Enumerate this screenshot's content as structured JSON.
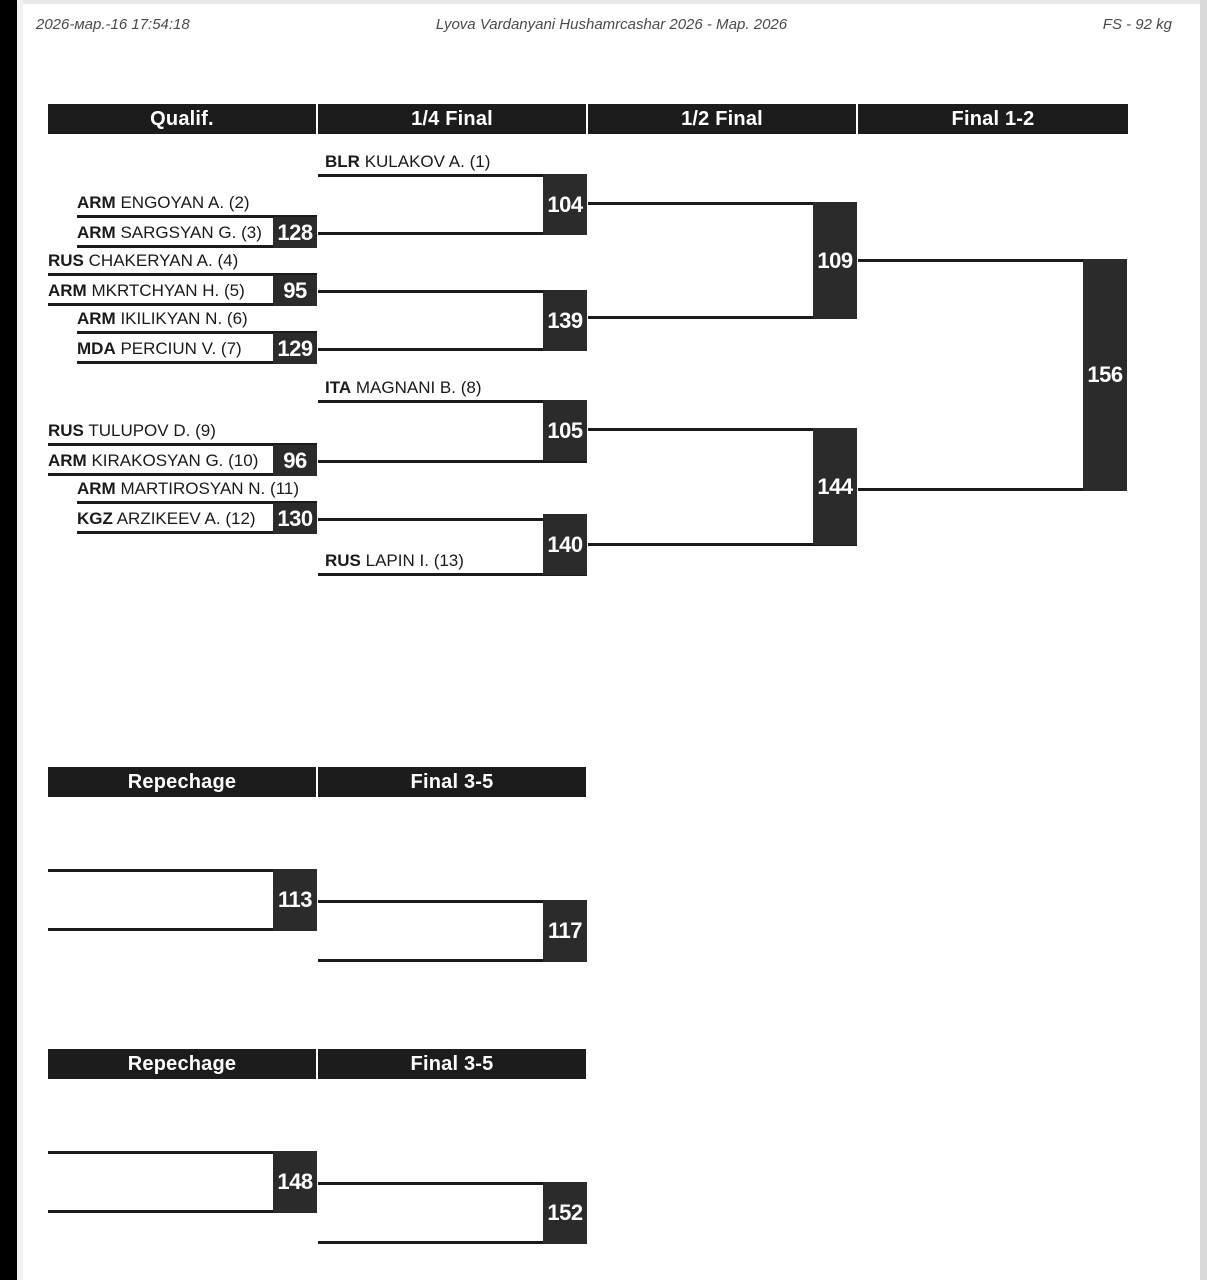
{
  "header": {
    "date": "2026-мар.-16 17:54:18",
    "title": "Lyova Vardanyani Hushamrcashar 2026 - Мар. 2026",
    "weight_class": "FS - 92 kg"
  },
  "colors": {
    "bar_background": "#1c1c1c",
    "score_background": "#2b2b2b",
    "line": "#1a1a1a",
    "page_background": "#ffffff",
    "header_text": "#4a4a4a"
  },
  "main_bracket": {
    "round_headers": [
      {
        "label": "Qualif."
      },
      {
        "label": "1/4 Final"
      },
      {
        "label": "1/2 Final"
      },
      {
        "label": "Final 1-2"
      }
    ],
    "qualif": [
      {
        "country": "ARM",
        "name": "ENGOYAN A.",
        "seed": "(2)"
      },
      {
        "country": "ARM",
        "name": "SARGSYAN G.",
        "seed": "(3)",
        "bout": "128"
      },
      {
        "country": "RUS",
        "name": "CHAKERYAN A.",
        "seed": "(4)"
      },
      {
        "country": "ARM",
        "name": "MKRTCHYAN H.",
        "seed": "(5)",
        "bout": "95"
      },
      {
        "country": "ARM",
        "name": "IKILIKYAN N.",
        "seed": "(6)"
      },
      {
        "country": "MDA",
        "name": "PERCIUN V.",
        "seed": "(7)",
        "bout": "129"
      },
      {
        "country": "RUS",
        "name": "TULUPOV D.",
        "seed": "(9)"
      },
      {
        "country": "ARM",
        "name": "KIRAKOSYAN G.",
        "seed": "(10)",
        "bout": "96"
      },
      {
        "country": "ARM",
        "name": "MARTIROSYAN N.",
        "seed": "(11)"
      },
      {
        "country": "KGZ",
        "name": "ARZIKEEV A.",
        "seed": "(12)",
        "bout": "130"
      }
    ],
    "quarter_final": [
      {
        "country": "BLR",
        "name": "KULAKOV A.",
        "seed": "(1)",
        "bout": "104"
      },
      {
        "bout": "139"
      },
      {
        "country": "ITA",
        "name": "MAGNANI B.",
        "seed": "(8)",
        "bout": "105"
      },
      {
        "country": "RUS",
        "name": "LAPIN I.",
        "seed": "(13)",
        "bout": "140"
      }
    ],
    "semi_final": [
      {
        "bout": "109"
      },
      {
        "bout": "144"
      }
    ],
    "final": [
      {
        "bout": "156"
      }
    ]
  },
  "repechage_sections": [
    {
      "round_headers": [
        {
          "label": "Repechage"
        },
        {
          "label": "Final 3-5"
        }
      ],
      "repechage_bout": "113",
      "final_bout": "117"
    },
    {
      "round_headers": [
        {
          "label": "Repechage"
        },
        {
          "label": "Final 3-5"
        }
      ],
      "repechage_bout": "148",
      "final_bout": "152"
    }
  ]
}
